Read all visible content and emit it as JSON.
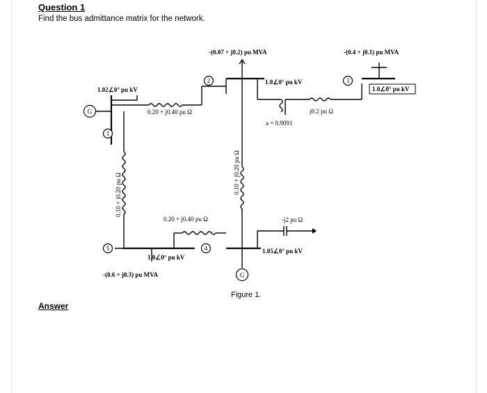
{
  "question": {
    "title": "Question 1",
    "text": "Find the bus admittance matrix for the network.",
    "answer_label": "Answer"
  },
  "figure": {
    "caption": "Figure 1.",
    "bus_numbers": [
      "1",
      "2",
      "3",
      "4",
      "5"
    ],
    "generator_symbol": "G",
    "labels": {
      "v1": "1.02∠0° pu kV",
      "v2": "1.0∠0° pu kV",
      "v3": "1.0∠0° pu kV",
      "v4": "1.05∠0° pu kV",
      "v5": "1.0∠0° pu kV",
      "z12": "0.20 + j0.40 pu Ω",
      "z15": "0.10 + j0.20 pu Ω",
      "z24": "0.10 + j0.20 pu Ω",
      "z54": "0.20 + j0.40 pu Ω",
      "z23": "j0.2 pu Ω",
      "a_ratio": "a = 0.9091",
      "z34": "-j2 pu Ω",
      "load2": "-(0.07 + j0.2) pu MVA",
      "load3": "-(0.4 + j0.1) pu MVA",
      "load5": "-(0.6 + j0.3) pu MVA"
    }
  }
}
